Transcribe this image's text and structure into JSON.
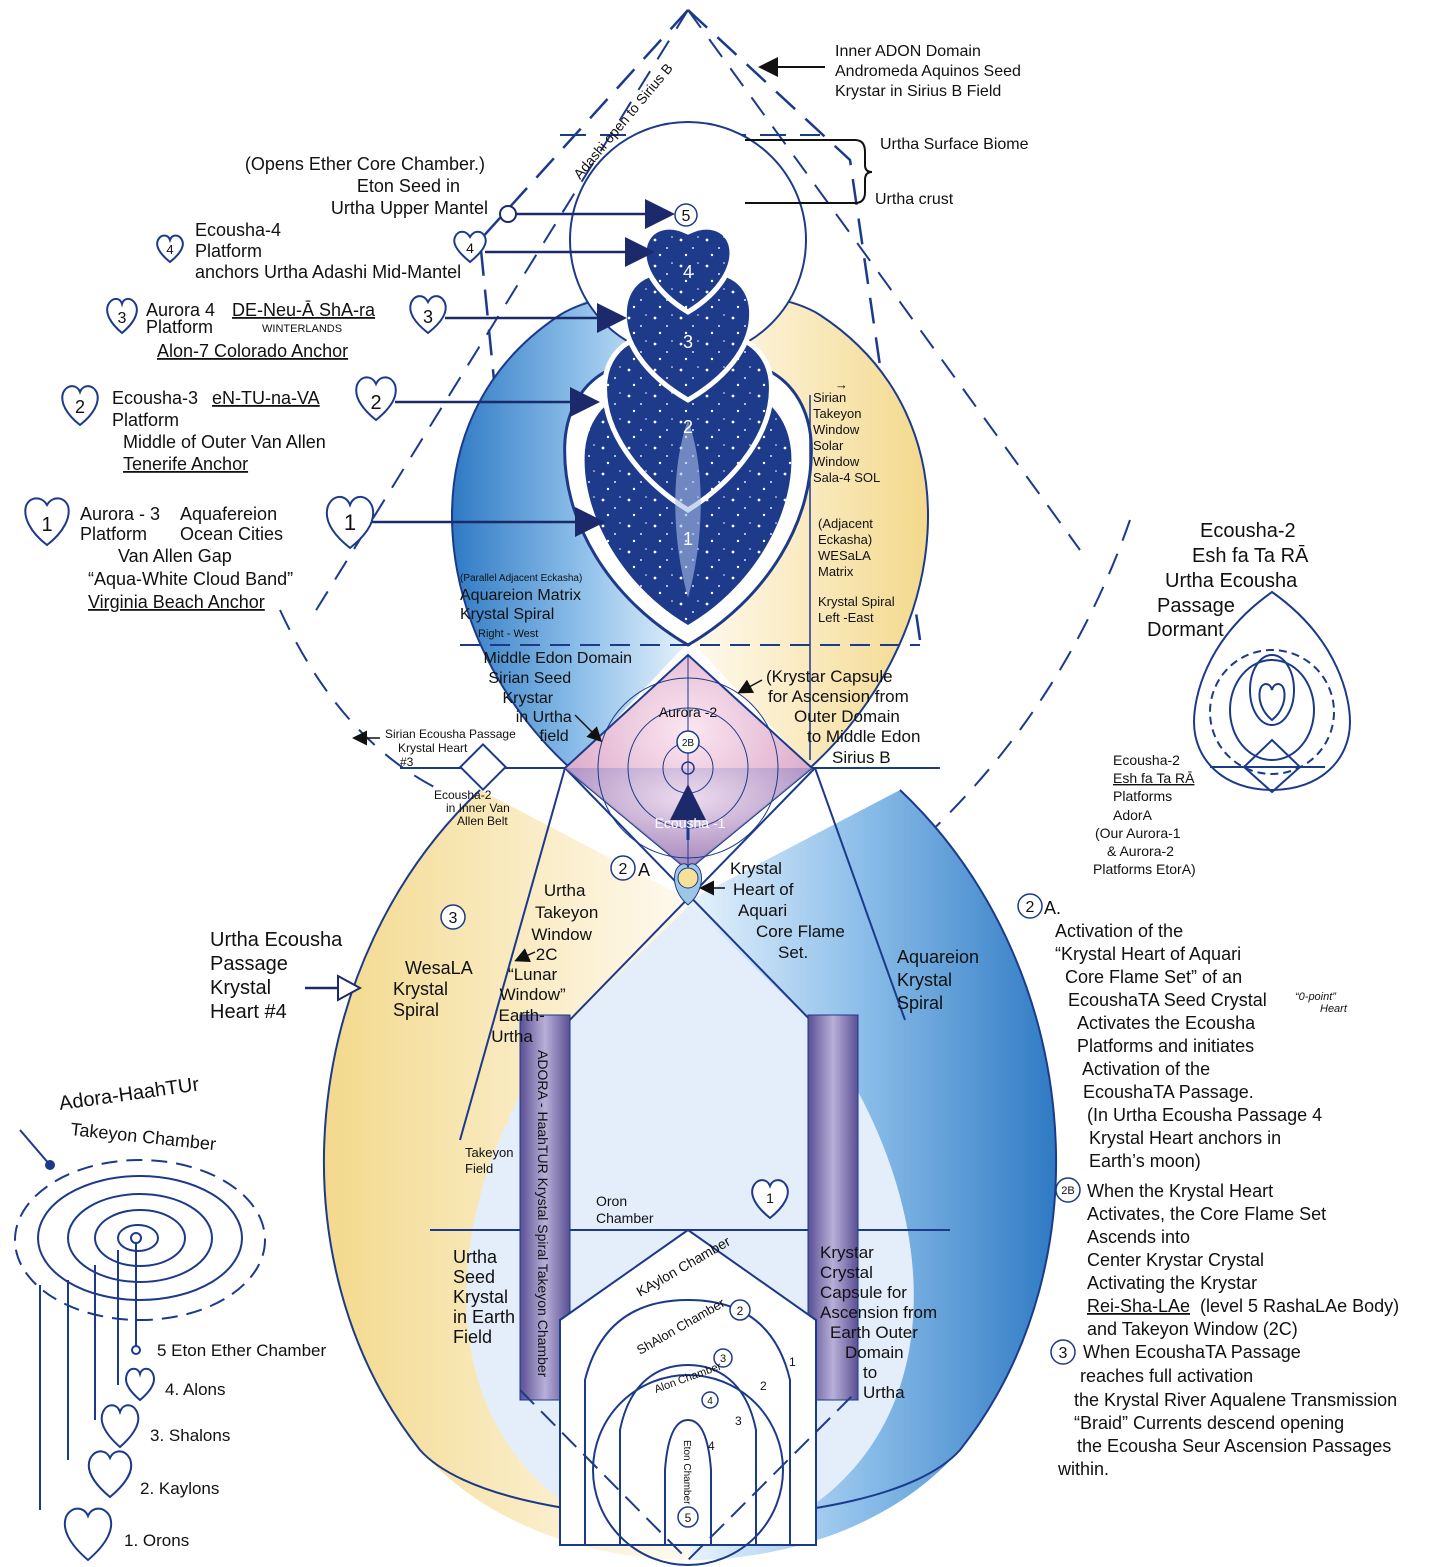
{
  "top_right": {
    "inner_adon": [
      "Inner ADON Domain",
      "Andromeda Aquinos Seed",
      "Krystar in Sirius B Field"
    ],
    "biome": "Urtha Surface Biome",
    "crust": "Urtha crust"
  },
  "top_left": {
    "eton": [
      "(Opens Ether Core Chamber.)",
      "Eton Seed in",
      "Urtha Upper Mantel"
    ],
    "adashi": "Adashi open to Sirius B"
  },
  "platforms": [
    {
      "num": "4",
      "lines": [
        "Ecousha-4",
        "Platform",
        "anchors Urtha Adashi Mid-Mantel"
      ]
    },
    {
      "num": "3",
      "lines": [
        "Aurora 4",
        "Platform"
      ],
      "name": "DE-Neu-Ā ShA-ra",
      "sub": "WINTERLANDS",
      "anchor": "Alon-7 Colorado Anchor"
    },
    {
      "num": "2",
      "lines": [
        "Ecousha-3",
        "Platform",
        "Middle of Outer Van Allen"
      ],
      "name": "eN-TU-na-VA",
      "anchor": "Tenerife Anchor"
    },
    {
      "num": "1",
      "lines": [
        "Aurora - 3",
        "Platform",
        "Van Allen Gap",
        "“Aqua-White Cloud Band”"
      ],
      "name": "Aquafereion",
      "name2": "Ocean Cities",
      "anchor": "Virginia Beach Anchor"
    }
  ],
  "heart_nums": [
    "5",
    "4",
    "3",
    "2",
    "1"
  ],
  "sirian_window": [
    "→",
    "Sirian",
    "Takeyon",
    "Window",
    "Solar",
    "Window",
    "Sala-4 SOL"
  ],
  "wesala_matrix": [
    "(Adjacent",
    "Eckasha)",
    "WESaLA",
    "Matrix",
    "Krystal Spiral",
    "Left -East"
  ],
  "aquareion_matrix": {
    "pre": "(Parallel Adjacent Eckasha)",
    "l1": "Aquareion Matrix",
    "l2": "Krystal Spiral",
    "l3": "Right - West"
  },
  "middle_edon": [
    "Middle Edon Domain",
    "Sirian Seed",
    "Krystar",
    "in Urtha",
    "field"
  ],
  "krystar_capsule_top": [
    "(Krystar Capsule",
    "for Ascension from",
    "Outer Domain",
    "to Middle Edon",
    "Sirius B"
  ],
  "aurora2": "Aurora -2",
  "label_2b": "2B",
  "ecousha1": "Ecousha -1",
  "sirian_passage": [
    "Sirian Ecousha Passage",
    "Krystal Heart",
    "#3"
  ],
  "ecousha2_van_allen": [
    "Ecousha-2",
    "in Inner Van",
    "Allen Belt"
  ],
  "label_2a": "2",
  "label_2a_suffix": "A",
  "krystal_heart": [
    "Krystal",
    "Heart of",
    "Aquari",
    "Core Flame",
    "Set."
  ],
  "urtha_takeyon": [
    "Urtha",
    "Takeyon",
    "Window",
    "2C",
    "“Lunar",
    "Window”",
    "Earth-",
    "Urtha"
  ],
  "wesala_spiral": [
    "WesaLA",
    "Krystal",
    "Spiral"
  ],
  "aquareion_spiral": [
    "Aquareion",
    "Krystal",
    "Spiral"
  ],
  "circle3": "3",
  "ecousha_passage4": [
    "Urtha Ecousha",
    "Passage",
    "Krystal",
    "Heart #4"
  ],
  "adora_column": "ADORA - HaahTUR Krystal Spiral Takeyon Chamber",
  "takeyon_field": [
    "Takeyon",
    "Field"
  ],
  "oron_chamber": [
    "Oron",
    "Chamber"
  ],
  "heart1": "1",
  "urtha_seed": [
    "Urtha",
    "Seed",
    "Krystal",
    "in Earth",
    "Field"
  ],
  "krystar_capsule_bottom": [
    "Krystar",
    "Crystal",
    "Capsule for",
    "Ascension from",
    "Earth Outer",
    "Domain",
    "to",
    "Urtha"
  ],
  "chambers": {
    "kaylon": "KAylon Chamber",
    "shalon": "ShAlon Chamber",
    "alon": "Alon Chamber",
    "eton": "Eton Chamber",
    "n2": "2",
    "n3": "3",
    "n4": "4",
    "n5": "5",
    "r1": "1",
    "r2": "2",
    "r3": "3",
    "r4": "4"
  },
  "ecousha2_side": {
    "title": [
      "Ecousha-2",
      "Esh fa Ta RĀ",
      "Urtha Ecousha",
      "Passage",
      "Dormant"
    ],
    "platforms": [
      "Ecousha-2",
      "Esh fa Ta RĀ",
      "Platforms",
      "AdorA",
      "(Our Aurora-1",
      "& Aurora-2",
      "Platforms EtorA)"
    ]
  },
  "notes": {
    "n2a_num": "2",
    "n2a_suffix": "A.",
    "n2a": [
      "Activation of the",
      "“Krystal Heart of Aquari",
      "Core Flame Set” of an",
      "EcoushaTA Seed Crystal",
      "Activates the Ecousha",
      "Platforms and initiates",
      "Activation of the",
      "EcoushaTA Passage.",
      "(In Urtha Ecousha Passage 4",
      "Krystal Heart anchors in",
      "Earth’s moon)"
    ],
    "zero_point": [
      "“0-point”",
      "Heart"
    ],
    "n2b_num": "2B",
    "n2b": [
      "When the Krystal Heart",
      "Activates, the Core Flame Set",
      "Ascends into",
      "Center Krystar Crystal",
      "Activating the Krystar",
      "Rei-Sha-LAe",
      "(level 5 RashaLAe Body)",
      "and Takeyon Window (2C)"
    ],
    "n3_num": "3",
    "n3": [
      "When EcoushaTA Passage",
      "reaches full activation",
      "the Krystal River Aqualene Transmission",
      "“Braid” Currents descend opening",
      "the Ecousha Seur Ascension Passages",
      "within."
    ]
  },
  "adora_haah": {
    "title1": "Adora-HaahTUr",
    "title2": "Takeyon Chamber",
    "items": [
      "5  Eton Ether Chamber",
      "4. Alons",
      "3. Shalons",
      "2. Kaylons",
      "1. Orons"
    ]
  }
}
